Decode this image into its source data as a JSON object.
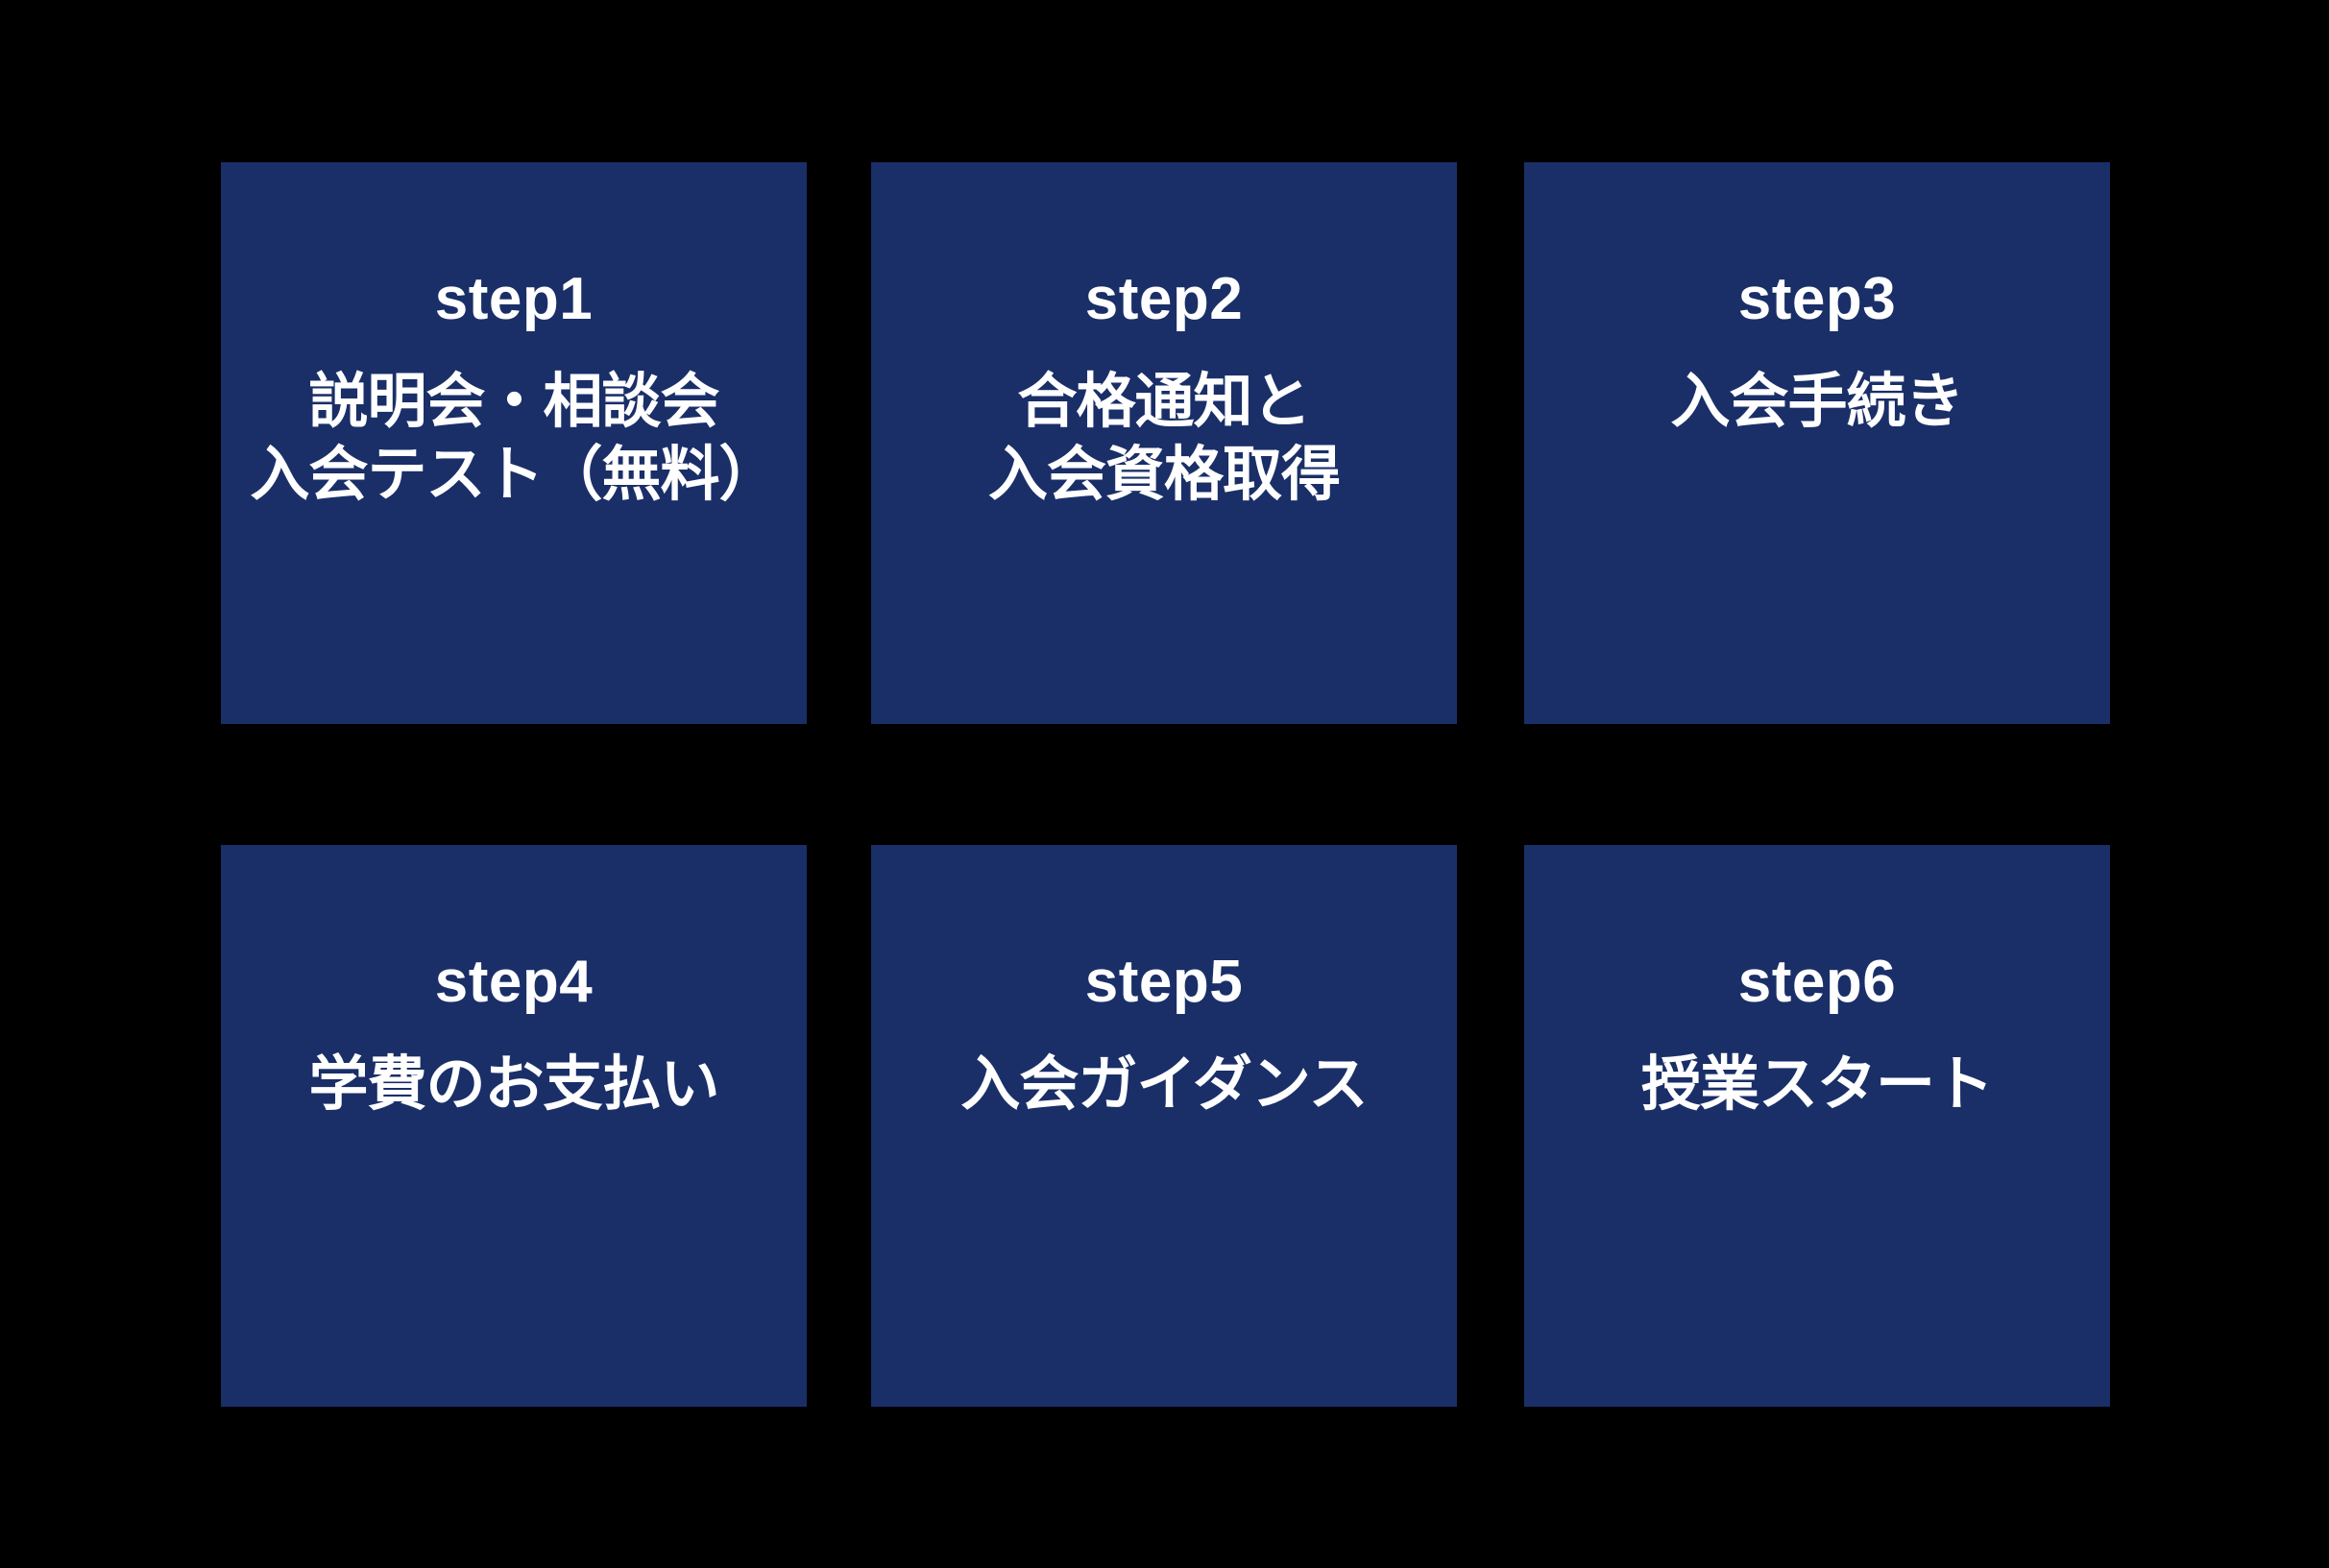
{
  "board": {
    "background_color": "#000000",
    "card_color": "#1a2f68",
    "text_color": "#ffffff",
    "columns": 3,
    "rows": 2
  },
  "steps": [
    {
      "label": "step1",
      "lines": [
        "説明会・相談会",
        "入会テスト（無料）"
      ]
    },
    {
      "label": "step2",
      "lines": [
        "合格通知と",
        "入会資格取得"
      ]
    },
    {
      "label": "step3",
      "lines": [
        "入会手続き",
        ""
      ]
    },
    {
      "label": "step4",
      "lines": [
        "学費のお支払い",
        ""
      ]
    },
    {
      "label": "step5",
      "lines": [
        "入会ガイダンス",
        ""
      ]
    },
    {
      "label": "step6",
      "lines": [
        "授業スタート",
        ""
      ]
    }
  ]
}
